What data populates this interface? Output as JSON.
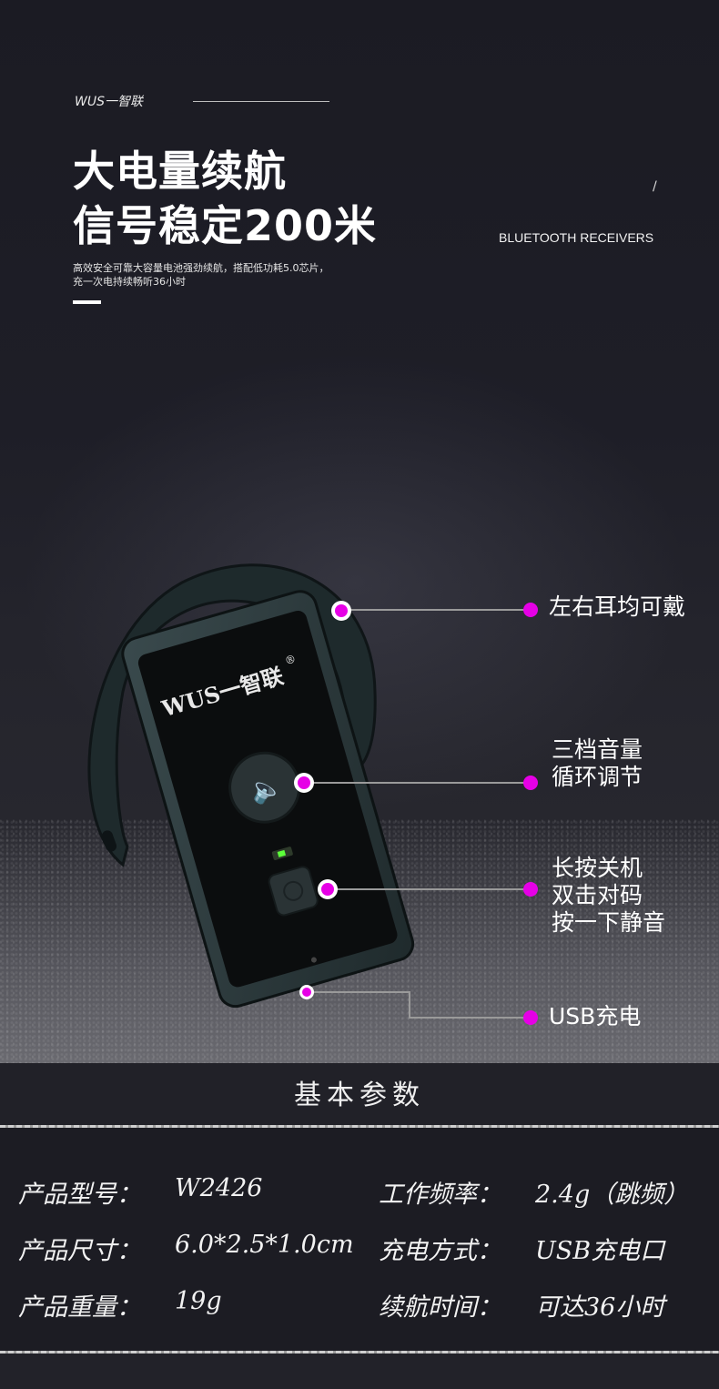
{
  "header": {
    "brand": "WUS一智联",
    "title_line1": "大电量续航",
    "title_line2": "信号稳定200米",
    "slash": "/",
    "category": "BLUETOOTH RECEIVERS",
    "desc_line1": "高效安全可靠大容量电池强劲续航，搭配低功耗5.0芯片，",
    "desc_line2": "充一次电持续畅听36小时"
  },
  "device": {
    "logo_text": "WUS一智联",
    "registered_mark": "®",
    "accent_color": "#e600e6"
  },
  "callouts": [
    {
      "lines": [
        "左右耳均可戴"
      ]
    },
    {
      "lines": [
        "三档音量",
        "循环调节"
      ]
    },
    {
      "lines": [
        "长按关机",
        "双击对码",
        "按一下静音"
      ]
    },
    {
      "lines": [
        "USB充电"
      ]
    }
  ],
  "params": {
    "title": "基本参数",
    "rows": [
      {
        "label": "产品型号：",
        "value": "W2426"
      },
      {
        "label": "工作频率：",
        "value": "2.4g（跳频）"
      },
      {
        "label": "产品尺寸：",
        "value": "6.0*2.5*1.0cm"
      },
      {
        "label": "充电方式：",
        "value": "USB充电口"
      },
      {
        "label": "产品重量：",
        "value": "19g"
      },
      {
        "label": "续航时间：",
        "value": "可达36小时"
      }
    ]
  }
}
